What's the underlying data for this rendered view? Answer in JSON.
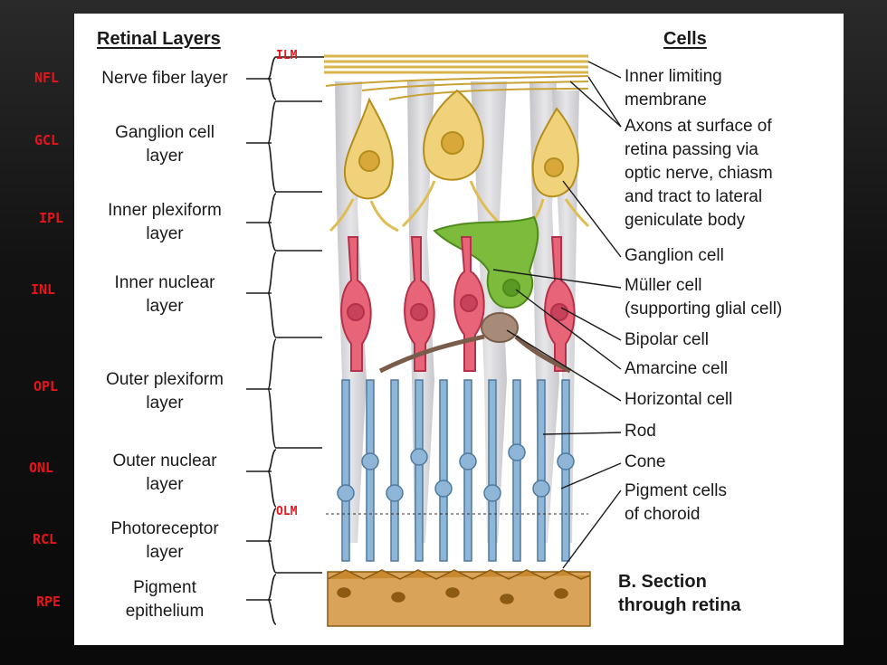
{
  "headers": {
    "left": "Retinal Layers",
    "right": "Cells"
  },
  "abbreviations": [
    "NFL",
    "GCL",
    "IPL",
    "INL",
    "OPL",
    "ONL",
    "RCL",
    "RPE"
  ],
  "layers": [
    [
      "Nerve fiber layer"
    ],
    [
      "Ganglion cell",
      "layer"
    ],
    [
      "Inner plexiform",
      "layer"
    ],
    [
      "Inner nuclear",
      "layer"
    ],
    [
      "Outer plexiform",
      "layer"
    ],
    [
      "Outer nuclear",
      "layer"
    ],
    [
      "Photoreceptor",
      "layer"
    ],
    [
      "Pigment",
      "epithelium"
    ]
  ],
  "membrane_tags": {
    "inner": "ILM",
    "outer": "OLM"
  },
  "cell_labels": [
    [
      "Inner limiting",
      "membrane"
    ],
    [
      "Axons at surface of",
      "retina passing via",
      "optic nerve, chiasm",
      "and tract to lateral",
      "geniculate body"
    ],
    [
      "Ganglion cell"
    ],
    [
      "Müller cell",
      "(supporting glial cell)"
    ],
    [
      "Bipolar cell"
    ],
    [
      "Amarcine cell"
    ],
    [
      "Horizontal cell"
    ],
    [
      "Rod"
    ],
    [
      "Cone"
    ],
    [
      "Pigment cells",
      "of choroid"
    ]
  ],
  "caption": [
    "B. Section",
    "through retina"
  ],
  "colors": {
    "accent_red": "#e8141b",
    "ganglion": "#f0d27a",
    "bipolar": "#e86479",
    "muller": "#cfcfd2",
    "amacrine": "#7dbb3c",
    "horizontal": "#a88a78",
    "rod_cone": "#8fb6d6",
    "pigment": "#c9892e"
  }
}
